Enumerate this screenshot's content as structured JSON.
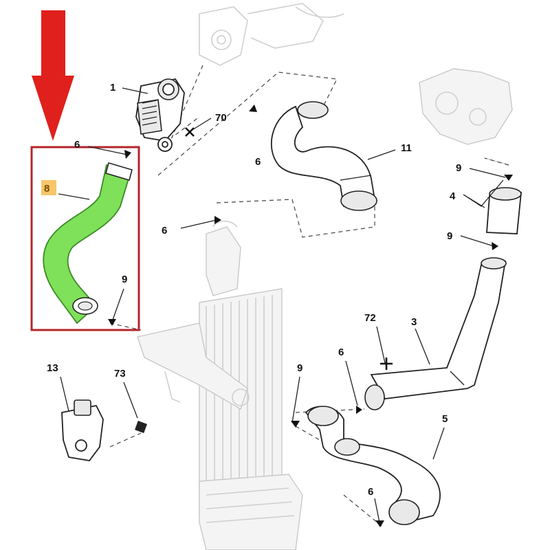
{
  "accent_colors": {
    "arrow": "#e0201c",
    "highlight_box": "#b3262b",
    "highlight_part": "#7fe05a",
    "label_highlight_bg": "#f6c66a"
  },
  "callouts": {
    "c1": "1",
    "c70": "70",
    "c6_top": "6",
    "c8": "8",
    "c6_dash": "6",
    "c11": "11",
    "c9_right_top": "9",
    "c4": "4",
    "c9_right_bottom": "9",
    "c6_mid": "6",
    "c9_left": "9",
    "c72": "72",
    "c3": "3",
    "c6_low": "6",
    "c9_mid": "9",
    "c13": "13",
    "c73": "73",
    "c5": "5",
    "c6_bottom": "6"
  }
}
